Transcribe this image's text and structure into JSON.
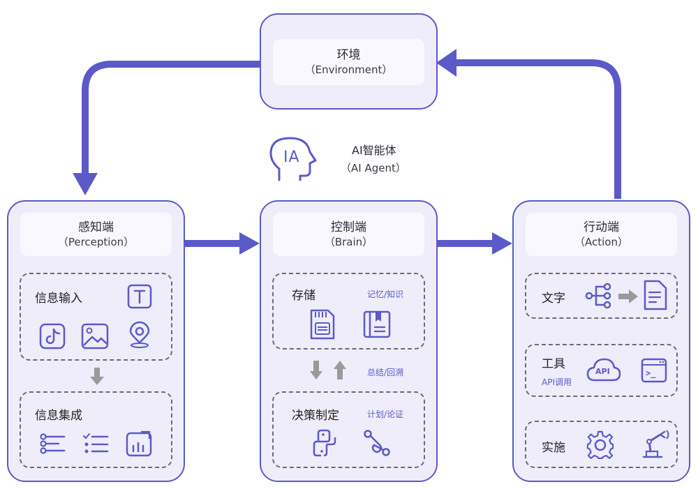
{
  "environment": {
    "title": "环境",
    "subtitle": "（Environment）"
  },
  "agent": {
    "title": "AI智能体",
    "subtitle": "（AI Agent）",
    "icon_text": "IA"
  },
  "perception": {
    "title": "感知端",
    "subtitle": "（Perception）",
    "input_label": "信息输入",
    "integration_label": "信息集成"
  },
  "brain": {
    "title": "控制端",
    "subtitle": "（Brain）",
    "storage_label": "存储",
    "storage_note": "记忆/知识",
    "summary_note": "总结/回溯",
    "decision_label": "决策制定",
    "decision_note": "计划/论证"
  },
  "action": {
    "title": "行动端",
    "subtitle": "（Action）",
    "text_label": "文字",
    "tools_label": "工具",
    "tools_note": "API调用",
    "api_text": "API",
    "terminal_text": ">_",
    "embodied_label": "实施"
  },
  "colors": {
    "accent": "#5b5ac8",
    "panel": "#efedfa",
    "gray_arrow": "#9a9a9a"
  }
}
